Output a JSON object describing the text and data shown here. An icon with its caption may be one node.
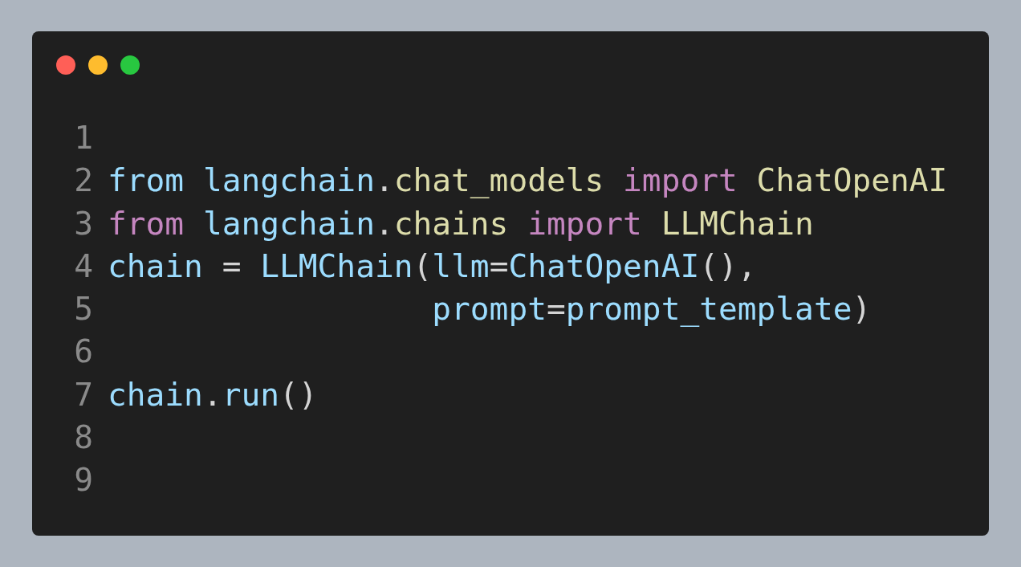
{
  "diagram": {
    "labels": [
      "1",
      "2",
      "from langchain.chat_models import ChatOpenAI",
      "3",
      "from langchain.chains import LLMChain",
      "4",
      "chain = LLMChain(llm=ChatOpenAI(),",
      "5",
      "prompt=prompt_template)",
      "6",
      "7",
      "chain.run()",
      "8",
      "9"
    ]
  }
}
